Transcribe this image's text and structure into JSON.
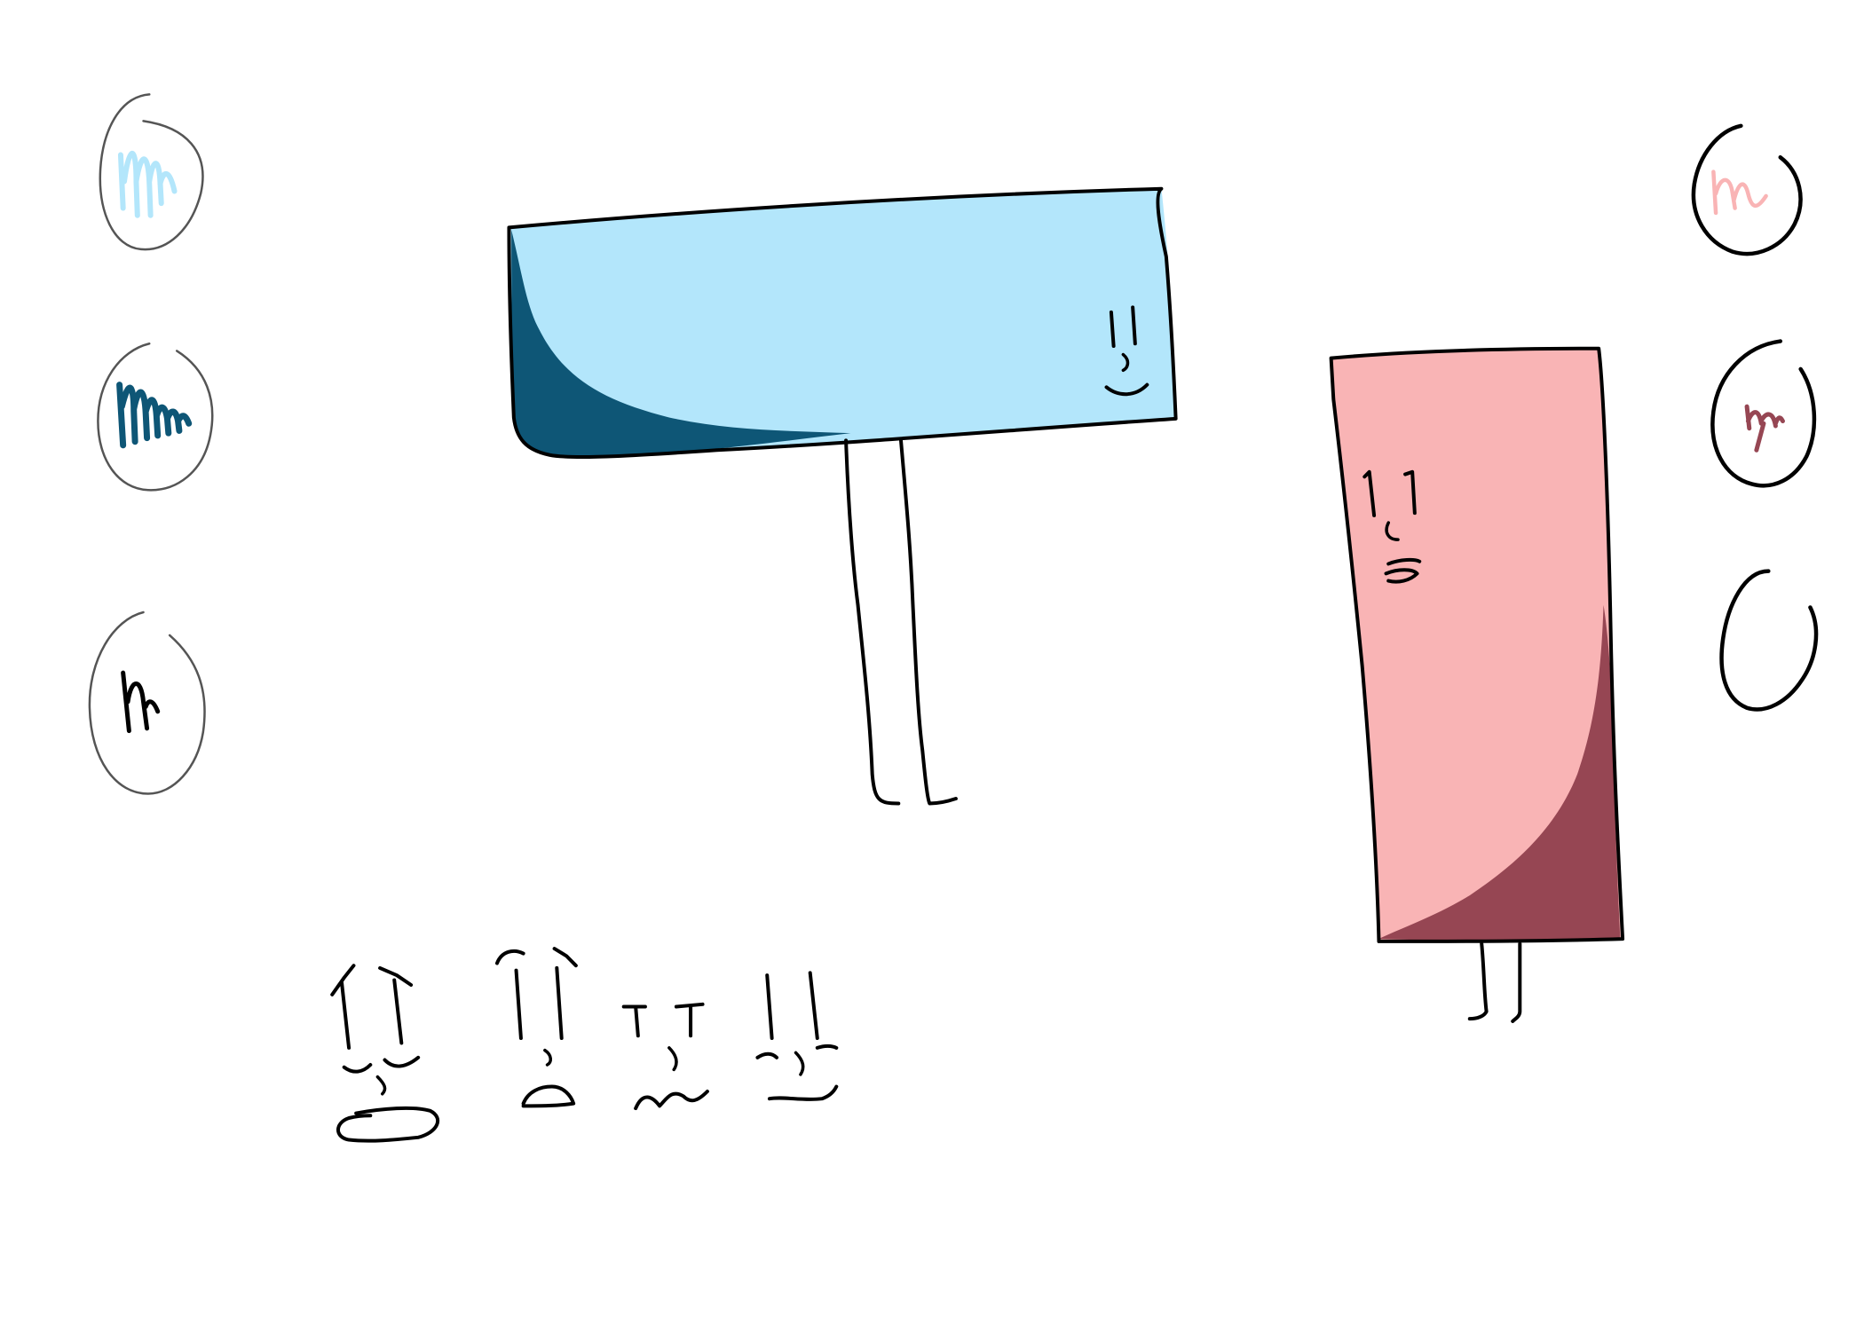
{
  "background_color": "#ffffff",
  "outline_color": "#000000",
  "swatch_ring_color": "#555555",
  "palette_left": [
    {
      "name": "light-blue",
      "color": "#b3e6fb"
    },
    {
      "name": "dark-teal",
      "color": "#0e5676"
    },
    {
      "name": "black",
      "color": "#000000"
    }
  ],
  "palette_right": [
    {
      "name": "light-pink",
      "color": "#f9b4b5"
    },
    {
      "name": "dark-maroon",
      "color": "#964653"
    },
    {
      "name": "empty",
      "color": "#ffffff"
    }
  ],
  "characters": [
    {
      "name": "blue-rectangle",
      "fill": "#b3e6fb",
      "shade": "#0e5676",
      "orientation": "horizontal",
      "expression": "smirk"
    },
    {
      "name": "pink-rectangle",
      "fill": "#f9b4b5",
      "shade": "#964653",
      "orientation": "vertical",
      "expression": "pursed"
    }
  ],
  "expression_studies": [
    "shocked",
    "surprised",
    "wavy",
    "flat"
  ]
}
